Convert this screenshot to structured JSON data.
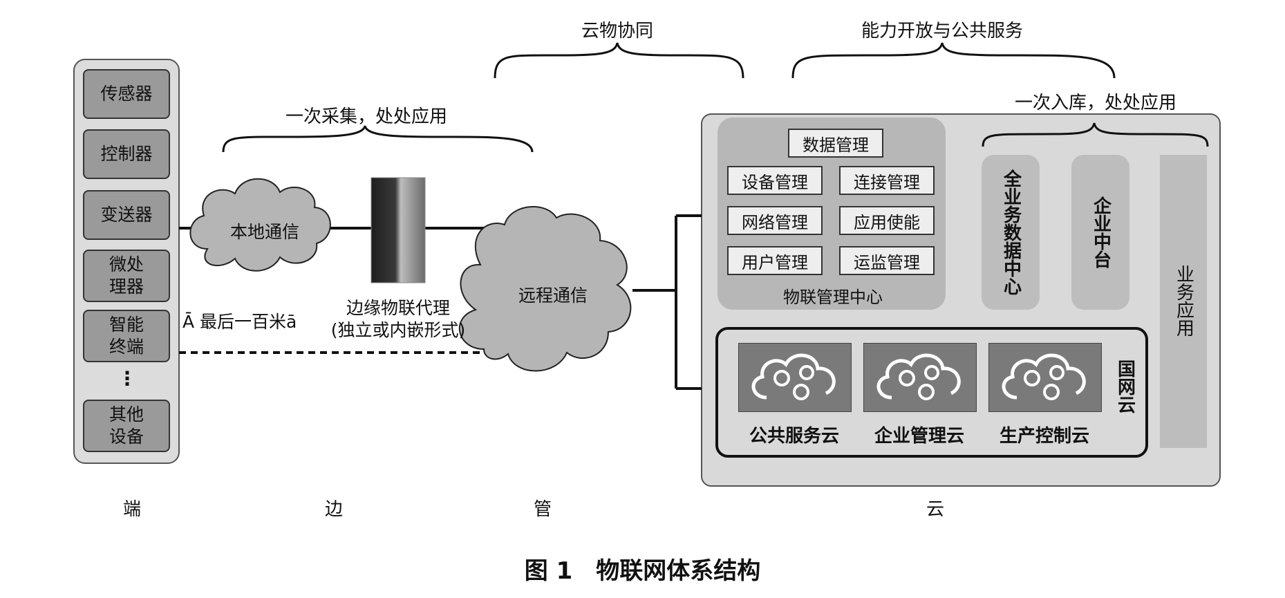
{
  "braces": {
    "cloud_collab": "云物协同",
    "open_services": "能力开放与公共服务",
    "collect_once": "一次采集，处处应用",
    "store_once": "一次入库，处处应用"
  },
  "devices": [
    "传感器",
    "控制器",
    "变送器",
    "微处\n理器",
    "智能\n终端",
    "⋮",
    "其他\n设备"
  ],
  "clouds": {
    "local": "本地通信",
    "remote": "远程通信"
  },
  "edge_proxy": {
    "line1": "边缘物联代理",
    "line2": "(独立或内嵌形式)"
  },
  "last_mile": "Ā 最后一百米ā",
  "iot_center": {
    "title": "物联管理中心",
    "data_mgmt": "数据管理",
    "device_mgmt": "设备管理",
    "connect_mgmt": "连接管理",
    "network_mgmt": "网络管理",
    "app_enable": "应用使能",
    "user_mgmt": "用户管理",
    "monitor_mgmt": "运监管理"
  },
  "middle_platforms": {
    "data_center": "全业务数据中心",
    "enterprise": "企业中台"
  },
  "business_app": "业务应用",
  "state_grid_cloud": {
    "label": "国网云",
    "public": "公共服务云",
    "enterprise": "企业管理云",
    "production": "生产控制云"
  },
  "layers": {
    "end": "端",
    "edge": "边",
    "pipe": "管",
    "cloud": "云"
  },
  "caption": "图 1　物联网体系结构",
  "colors": {
    "device_fill": "#9a9a9a",
    "panel_fill": "#d6d6d6",
    "cloud_fill": "#b5b5b5",
    "tile_fill": "#7a7a7a"
  }
}
